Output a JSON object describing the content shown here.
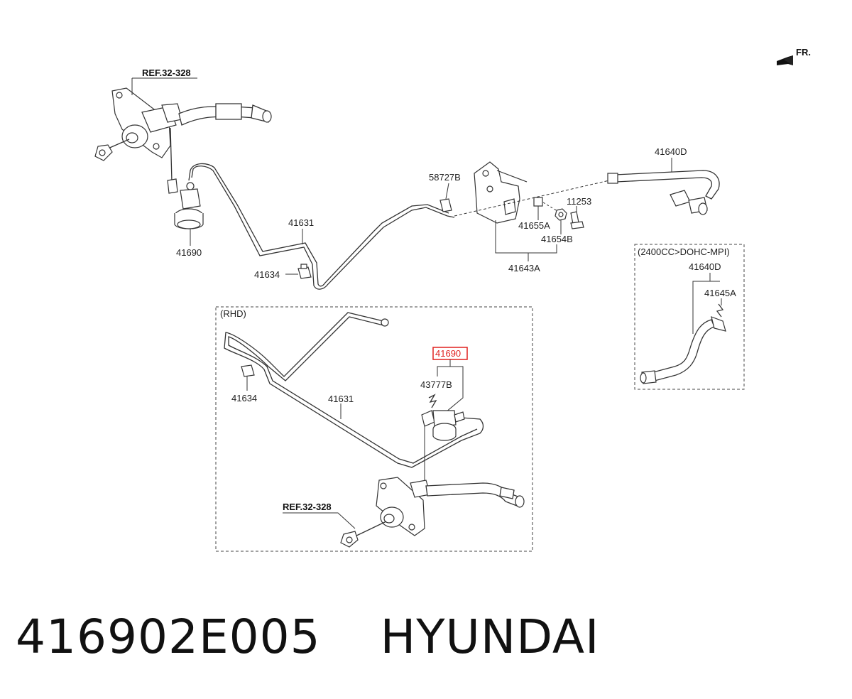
{
  "direction": "FR.",
  "labels": {
    "ref_top": "REF.32-328",
    "ref_bottom": "REF.32-328",
    "p41690_top": "41690",
    "p41631_top": "41631",
    "p41634_top": "41634",
    "p58727B": "58727B",
    "p41655A": "41655A",
    "p11253": "11253",
    "p41654B": "41654B",
    "p41643A": "41643A",
    "p41640D_top": "41640D",
    "rhd": "(RHD)",
    "p41634_rhd": "41634",
    "p41631_rhd": "41631",
    "p41690_highlight": "41690",
    "p43777B": "43777B",
    "variant": "(2400CC>DOHC-MPI)",
    "p41640D_variant": "41640D",
    "p41645A": "41645A"
  },
  "highlight_color": "#e0201f",
  "footer": {
    "part_number": "416902E005",
    "brand": "HYUNDAI"
  }
}
